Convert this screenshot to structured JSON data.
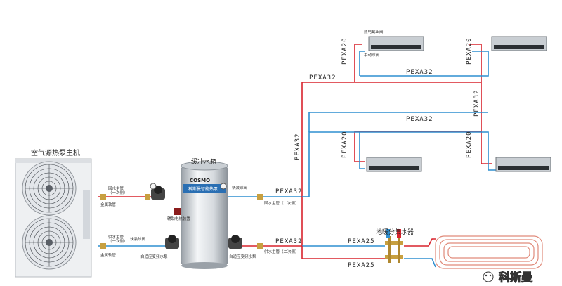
{
  "labels": {
    "heat_pump_title": "空气源热泵主机",
    "buffer_tank_title": "缓冲水箱",
    "manifold_title": "地暖分集水器",
    "brand_logo": "COSMO",
    "tank_band_text": "科斯曼智能热泵",
    "watermark_text": "科斯曼"
  },
  "pipe_labels": {
    "pexa32_top": "PEXA32",
    "pexa32_mid_right": "PEXA32",
    "pexa32_upper_vert_right": "PEXA32",
    "pexa32_mid_horizontal": "PEXA32",
    "pexa32_vertical_left": "PEXA32",
    "pexa20_top_left": "PEXA20",
    "pexa20_top_right": "PEXA20",
    "pexa20_bot_left": "PEXA20",
    "pexa20_bot_right": "PEXA20",
    "pexa32_tank_upper": "PEXA32",
    "pexa32_tank_lower": "PEXA32",
    "pexa25_supply": "PEXA25",
    "pexa25_return": "PEXA25"
  },
  "annotations": {
    "electric_valve": "热电截止阀",
    "manual_ball_valve": "手动球阀",
    "return_main_primary": "回水主管\n（一次侧）",
    "supply_main_primary": "供水主管\n（一次侧）",
    "metal_hose_top": "金属软管",
    "metal_hose_bottom": "金属软管",
    "fast_ball_valve_top": "快装球阀",
    "fast_ball_valve_bottom": "快装球阀",
    "return_main_secondary": "回水主管（二次侧）",
    "supply_main_secondary": "供水主管（二次侧）",
    "adaptive_pump_left": "自适应变频水泵",
    "adaptive_pump_right": "自适应变频水泵",
    "auxiliary_electric_heating": "辅助电热装置"
  },
  "colors": {
    "supply_pipe": "#d9232d",
    "return_pipe": "#2e8fd0",
    "floor_coil": "#e08a7a",
    "unit_body": "#eef0f2"
  }
}
